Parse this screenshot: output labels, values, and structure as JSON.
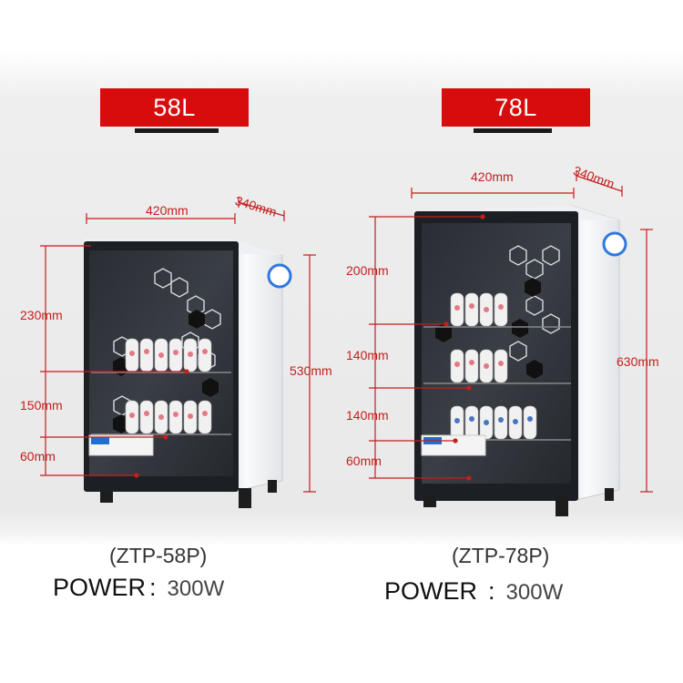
{
  "products": [
    {
      "capacity": "58L",
      "width": "420mm",
      "depth": "340mm",
      "height": "530mm",
      "shelves": [
        "230mm",
        "150mm",
        "60mm"
      ],
      "model": "(ZTP-58P)",
      "power_label": "POWER",
      "power_sep": ":",
      "power_value": "300W"
    },
    {
      "capacity": "78L",
      "width": "420mm",
      "depth": "340mm",
      "height": "630mm",
      "shelves": [
        "200mm",
        "140mm",
        "140mm",
        "60mm"
      ],
      "model": "(ZTP-78P)",
      "power_label": "POWER",
      "power_sep": ":",
      "power_value": "300W"
    }
  ],
  "colors": {
    "tag": "#d80c0c",
    "dimension": "#c41e1e",
    "cabinet": "#f7f8fa",
    "door": "#1c1f24"
  }
}
